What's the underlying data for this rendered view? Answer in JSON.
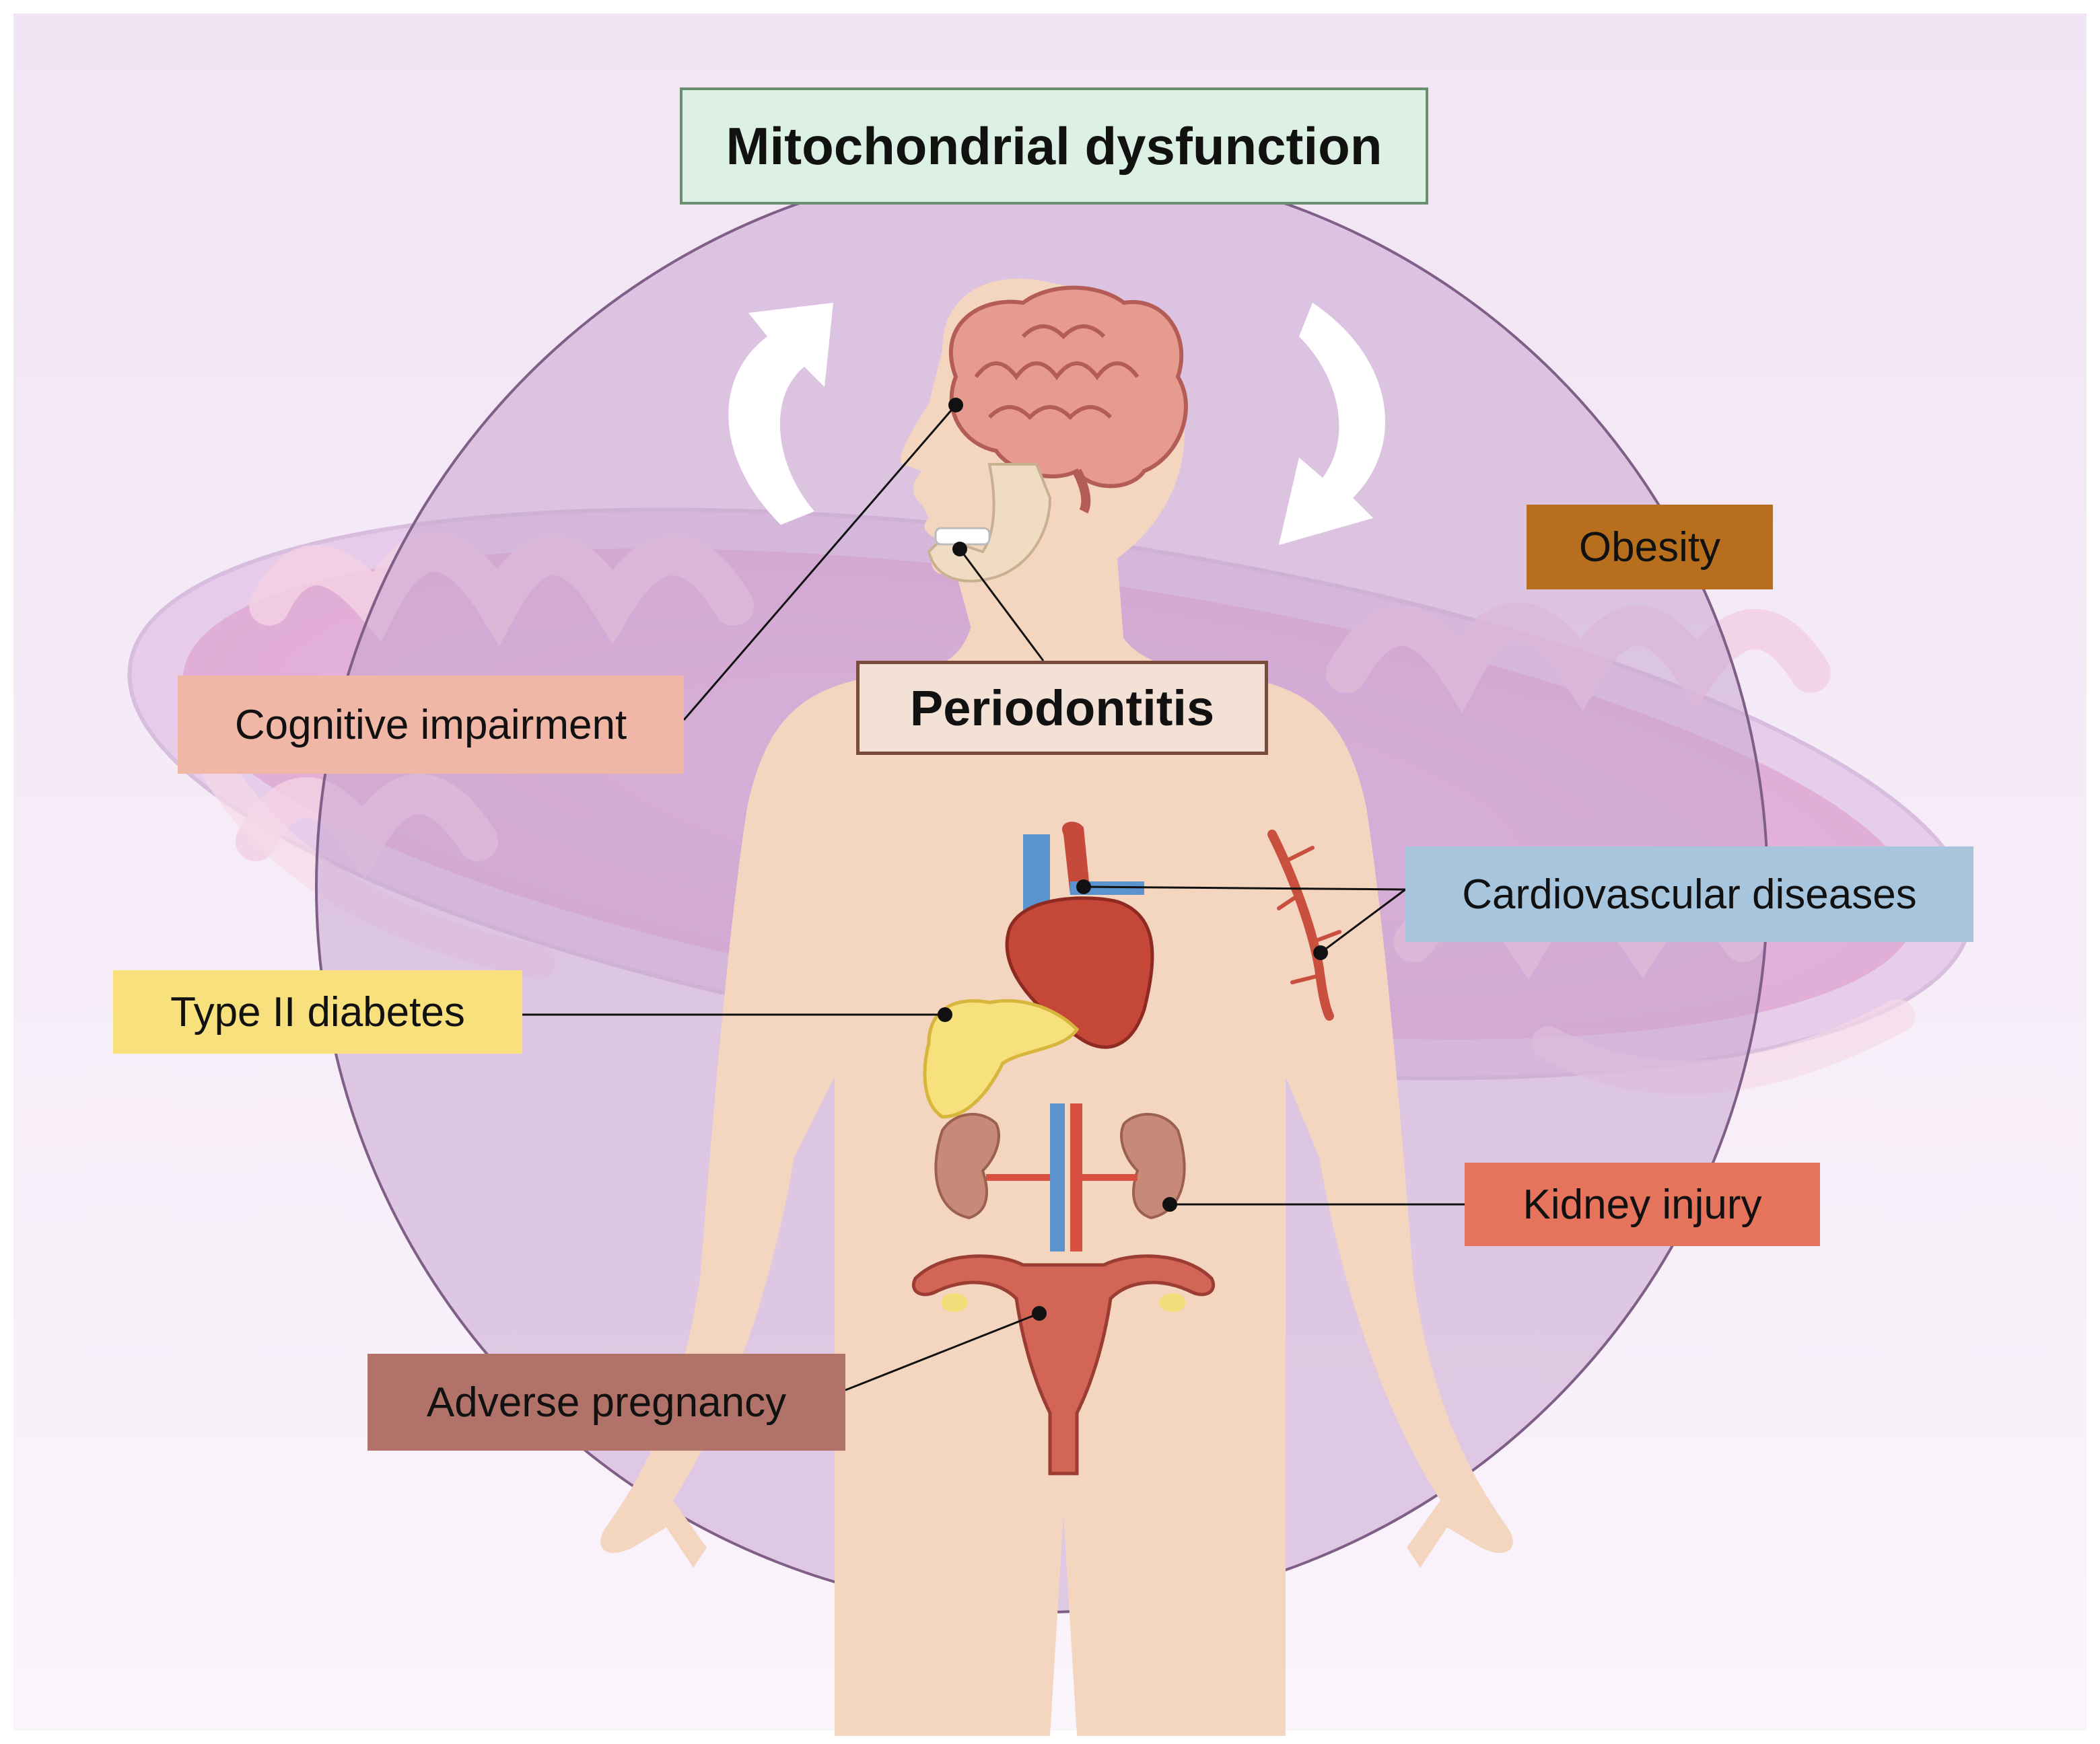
{
  "title": "Mitochondrial dysfunction",
  "center_label": "Periodontitis",
  "conditions": {
    "obesity": "Obesity",
    "cognitive": "Cognitive impairment",
    "cardiovascular": "Cardiovascular diseases",
    "diabetes": "Type II diabetes",
    "kidney": "Kidney injury",
    "pregnancy": "Adverse pregnancy"
  },
  "colors": {
    "title_fill": "#ddf0e4",
    "center_fill": "#f3e1d5",
    "obesity": "#b86f1d",
    "cognitive": "#f0b7a6",
    "cardiovascular": "#a8c5de",
    "diabetes": "#f8e07d",
    "kidney": "#e6735c",
    "pregnancy": "#b1726a",
    "circle": "#c9a6cf",
    "skin": "#f4d6c0"
  }
}
